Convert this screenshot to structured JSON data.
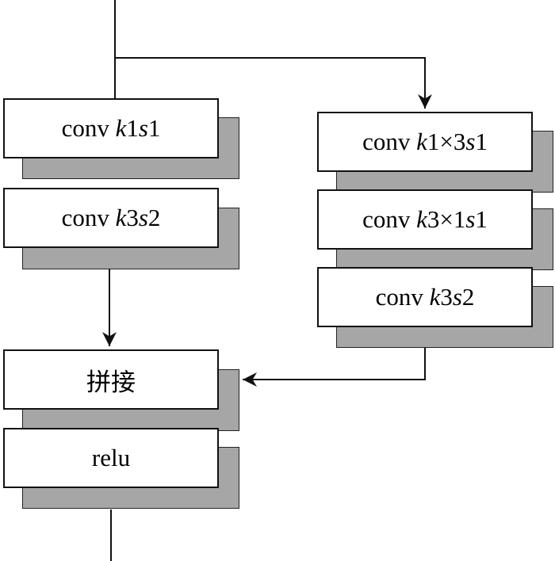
{
  "blocks": [
    {
      "id": "conv-k1s1",
      "label": {
        "pre": "conv ",
        "parts": [
          [
            "k",
            true
          ],
          [
            "1",
            false
          ],
          [
            "s",
            true
          ],
          [
            "1",
            false
          ]
        ]
      }
    },
    {
      "id": "conv-k3s2-left",
      "label": {
        "pre": "conv ",
        "parts": [
          [
            "k",
            true
          ],
          [
            "3",
            false
          ],
          [
            "s",
            true
          ],
          [
            "2",
            false
          ]
        ]
      }
    },
    {
      "id": "conv-k1x3s1",
      "label": {
        "pre": "conv ",
        "parts": [
          [
            "k",
            true
          ],
          [
            "1×3",
            false
          ],
          [
            "s",
            true
          ],
          [
            "1",
            false
          ]
        ]
      }
    },
    {
      "id": "conv-k3x1s1",
      "label": {
        "pre": "conv ",
        "parts": [
          [
            "k",
            true
          ],
          [
            "3×1",
            false
          ],
          [
            "s",
            true
          ],
          [
            "1",
            false
          ]
        ]
      }
    },
    {
      "id": "conv-k3s2-right",
      "label": {
        "pre": "conv ",
        "parts": [
          [
            "k",
            true
          ],
          [
            "3",
            false
          ],
          [
            "s",
            true
          ],
          [
            "2",
            false
          ]
        ]
      }
    },
    {
      "id": "concat",
      "label": {
        "pre": "拼接",
        "parts": []
      }
    },
    {
      "id": "relu",
      "label": {
        "pre": "relu",
        "parts": []
      }
    }
  ],
  "colors": {
    "shadow": "#a6a6a6",
    "stroke": "#111111",
    "fill": "#ffffff"
  }
}
